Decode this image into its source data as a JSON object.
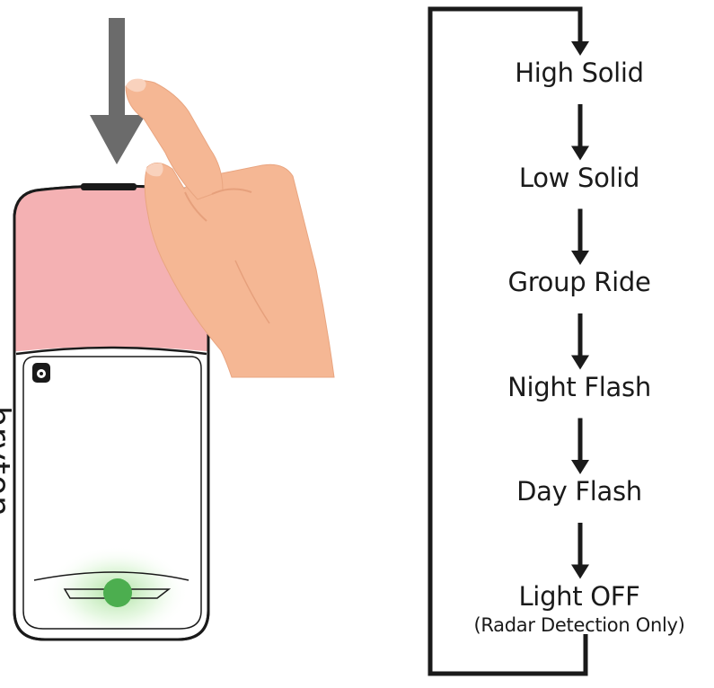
{
  "device": {
    "brand": "bryton",
    "colors": {
      "top_cap": "#f4b1b3",
      "body": "#ffffff",
      "led": "#4cae4f",
      "led_glow": "#9fdc8f",
      "press_arrow": "#6b6b6b"
    }
  },
  "cycle": {
    "modes": [
      {
        "label": "High Solid"
      },
      {
        "label": "Low Solid"
      },
      {
        "label": "Group Ride"
      },
      {
        "label": "Night Flash"
      },
      {
        "label": "Day Flash"
      },
      {
        "label": "Light OFF",
        "note": "(Radar Detection Only)"
      }
    ]
  }
}
